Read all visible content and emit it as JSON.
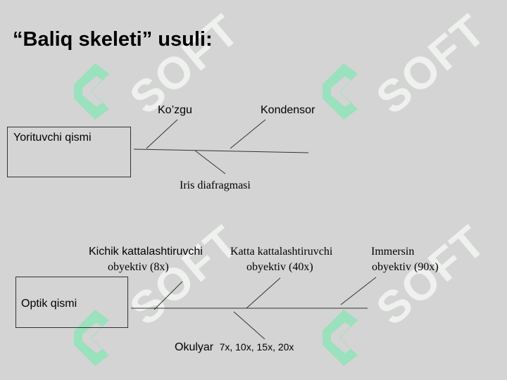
{
  "title": "“Baliq skeleti” usuli:",
  "watermark": {
    "text": "SOFT",
    "color": "#8fe3b8"
  },
  "diagram1": {
    "head": "Yorituvchi qismi",
    "bones": {
      "top_left": "Ko’zgu",
      "top_right": "Kondensor",
      "bottom": "Iris diafragmasi"
    }
  },
  "diagram2": {
    "head": "Optik qismi",
    "bones": {
      "small_line1": "Kichik kattalashtiruvchi",
      "small_line2": "obyektiv (8x)",
      "large_line1": "Katta kattalashtiruvchi",
      "large_line2": "obyektiv (40x)",
      "imm_line1": "Immersin",
      "imm_line2": "obyektiv (90x)",
      "ocular": "Okulyar",
      "ocular_values": "7x, 10x, 15x, 20x"
    }
  }
}
